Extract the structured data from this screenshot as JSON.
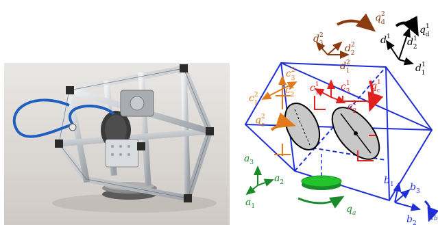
{
  "colors": {
    "frame": "#1f2ed6",
    "ground": "#1a8a2a",
    "outer_gimbal": "#e07a1a",
    "inner_gimbal": "#e0221f",
    "d2": "#8a3b12",
    "d1": "#000000",
    "disk_gray": "#c8c8c8",
    "base_green": "#22c42a"
  },
  "photo": {
    "description_icon": "photo-icon"
  },
  "labels": {
    "a1": {
      "base": "a",
      "sub": "1"
    },
    "a2": {
      "base": "a",
      "sub": "2"
    },
    "a3": {
      "base": "a",
      "sub": "3"
    },
    "qa": {
      "base": "q",
      "sub": "a"
    },
    "b1": {
      "base": "b",
      "sub": "1"
    },
    "b2": {
      "base": "b",
      "sub": "2"
    },
    "b3": {
      "base": "b",
      "sub": "3"
    },
    "qb": {
      "base": "q",
      "sub": "b"
    },
    "c1_2": {
      "base": "c",
      "sub": "1",
      "sup": "2"
    },
    "c2_2": {
      "base": "c",
      "sub": "2",
      "sup": "2"
    },
    "c3_2": {
      "base": "c",
      "sub": "3",
      "sup": "2"
    },
    "qc_2": {
      "base": "q",
      "sub": "c",
      "sup": "2"
    },
    "c1_1": {
      "base": "c",
      "sub": "1",
      "sup": "1"
    },
    "c2_1": {
      "base": "c",
      "sub": "2",
      "sup": "1"
    },
    "c3_1": {
      "base": "c",
      "sub": "3",
      "sup": "1"
    },
    "qc_1": {
      "base": "q",
      "sub": "c",
      "sup": "1"
    },
    "d1_2": {
      "base": "d",
      "sub": "1",
      "sup": "2"
    },
    "d2_2": {
      "base": "d",
      "sub": "2",
      "sup": "2"
    },
    "d3_2": {
      "base": "d",
      "sub": "3",
      "sup": "2"
    },
    "qd_2": {
      "base": "q",
      "sub": "d",
      "sup": "2"
    },
    "d1_1": {
      "base": "d",
      "sub": "1",
      "sup": "1"
    },
    "d2_1": {
      "base": "d",
      "sub": "2",
      "sup": "1"
    },
    "d3_1": {
      "base": "d",
      "sub": "3",
      "sup": "1"
    },
    "qd_1": {
      "base": "q",
      "sub": "d",
      "sup": "1"
    }
  }
}
